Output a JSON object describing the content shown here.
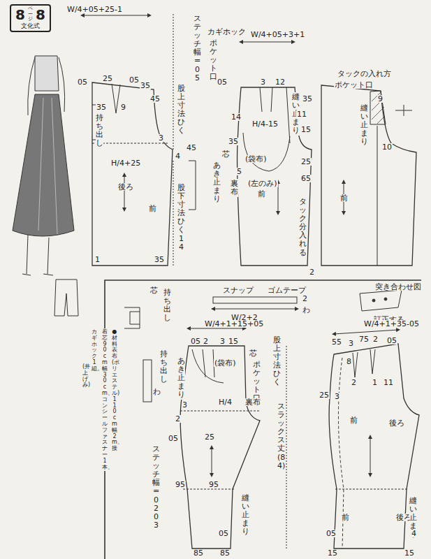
{
  "diagram": {
    "nodes": [
      {
        "text": [
          "8",
          "ページ",
          "8",
          "文化式"
        ]
      }
    ],
    "labels": [
      "W/4+05+25-1",
      "05",
      "25",
      "05",
      "35",
      "45",
      "9",
      "35",
      "持ち出し",
      "3",
      "4",
      "H/4+25",
      "後ろ",
      "前",
      "1",
      "35",
      "ステッチ幅=05",
      "股上寸法ひく",
      "45",
      "股下寸法ひく14",
      "カギホック",
      "W/4+05+3+1",
      "ポケット口",
      "05",
      "3",
      "12",
      "35",
      "縫い止まり",
      "H/4-15",
      "14",
      "11",
      "15",
      "芯",
      "35",
      "あき止まり",
      "(袋布)",
      "5",
      "裏布",
      "(左のみ)",
      "25",
      "65",
      "前",
      "タック分入れる",
      "2",
      "タックの入れ方",
      "ポケット口",
      "9",
      "縫い止まり",
      "10",
      "前",
      "スナップ",
      "ゴムテープ",
      "2",
      "わ",
      "芯",
      "持ち出し",
      "W/2+2",
      "W/4+1+15+05",
      "持ち出し",
      "わ",
      "あき止まり",
      "05",
      "2",
      "3",
      "15",
      "(袋布)",
      "芯",
      "ポケット口",
      "裏布",
      "3",
      "H/4",
      "2",
      "05",
      "25",
      "ステッチ幅=02 03",
      "95",
      "95",
      "縫い止まり",
      "05",
      "85",
      "85",
      "股上寸法ひく",
      "スラックス丈(84)",
      "突き合わせ図",
      "訂正する",
      "W/4+1+35-05",
      "55",
      "3",
      "75",
      "2",
      "05",
      "8",
      "2",
      "1",
      "11",
      "3",
      "25",
      "後ろ",
      "前",
      "前",
      "後ろ",
      "縫い止まり",
      "05",
      "4",
      "15",
      "15",
      "●材料 表布(ポリエステル)110cm幅2m、接",
      "着芯90cm幅30cm、コンシールファスナー1本、",
      "カギホック1組。",
      "(井上げみ)"
    ]
  }
}
